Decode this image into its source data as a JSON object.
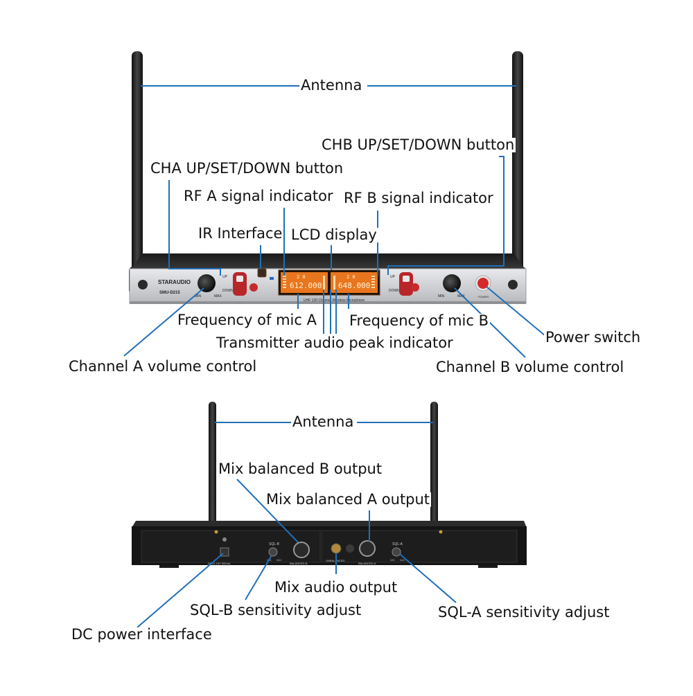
{
  "front": {
    "brand": "STARAUDIO",
    "model": "SMU-D215",
    "knob_scale": {
      "min": "MIN",
      "max": "MAX"
    },
    "button_labels": {
      "up": "UP",
      "down": "DOWN"
    },
    "lcd": {
      "freq_a": "612.000",
      "freq_b": "648.000",
      "chan_a": "2  0",
      "chan_b": "2  0",
      "subtitle": "UHF 120 Channel Wireless Microphone"
    },
    "power_text": "POWER",
    "labels": {
      "antenna": "Antenna",
      "chb_buttons": "CHB UP/SET/DOWN button",
      "cha_buttons": "CHA UP/SET/DOWN button",
      "rf_a": "RF A signal indicator",
      "rf_b": "RF B signal indicator",
      "ir": "IR Interface",
      "lcd": "LCD display",
      "freq_a": "Frequency of mic A",
      "freq_b": "Frequency of mic B",
      "peak": "Transmitter audio peak indicator",
      "power": "Power switch",
      "vol_a": "Channel A volume control",
      "vol_b": "Channel B volume control"
    }
  },
  "rear": {
    "panel_text": {
      "sql_b": "SQL-B",
      "sql_a": "SQL-A",
      "balanced_b": "BALANCED-B",
      "balanced_a": "BALANCED-A",
      "unbalanced": "UNBALANCED",
      "dc_rating": "DC12-15V 500mA",
      "min": "MIN",
      "max": "MAX"
    },
    "labels": {
      "antenna": "Antenna",
      "mix_b": "Mix balanced B output",
      "mix_a": "Mix balanced A output",
      "mix_audio": "Mix audio output",
      "sql_b": "SQL-B  sensitivity adjust",
      "sql_a": "SQL-A  sensitivity adjust",
      "dc": "DC power interface"
    }
  },
  "colors": {
    "leader": "#1f6fb8",
    "lcd": "#e8761e",
    "accent_red": "#d62a2a"
  }
}
